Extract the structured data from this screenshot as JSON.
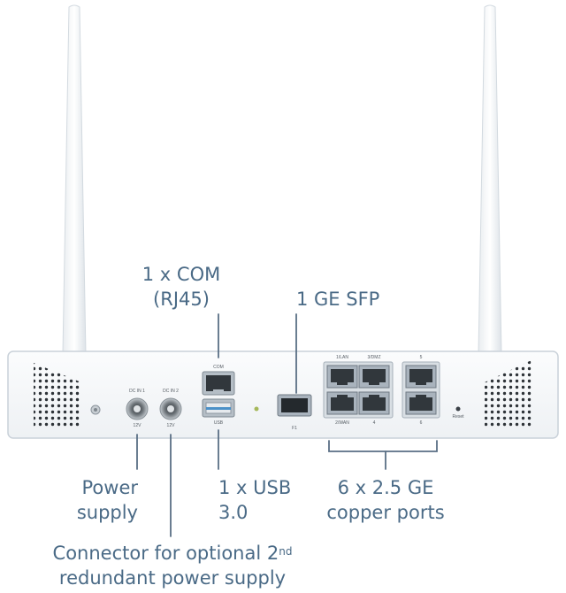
{
  "labels": {
    "com_line1": "1 x COM",
    "com_line2": "(RJ45)",
    "sfp": "1 GE SFP",
    "power_line1": "Power",
    "power_line2": "supply",
    "usb_line1": "1 x USB",
    "usb_line2": "3.0",
    "copper_line1": "6 x 2.5 GE",
    "copper_line2": "copper ports",
    "connector_line1_prefix": "Connector for optional 2",
    "connector_line1_sup": "nd",
    "connector_line2": "redundant power supply"
  },
  "device_text": {
    "dc_in_1": "DC IN 1",
    "dc_in_2": "DC IN 2",
    "v1": "12V",
    "v2": "12V",
    "com": "COM",
    "usb": "USB",
    "f1": "F1",
    "p1": "1/LAN",
    "p3": "3/DMZ",
    "p5": "5",
    "p2": "2/WAN",
    "p4": "4",
    "p6": "6",
    "reset": "Reset"
  },
  "colors": {
    "label": "#4a6a86",
    "leader": "#5a6f85",
    "chassis": "#f4f6f8",
    "chassis_edge": "#c9d1d9",
    "port_shell": "#a9b3bd"
  }
}
